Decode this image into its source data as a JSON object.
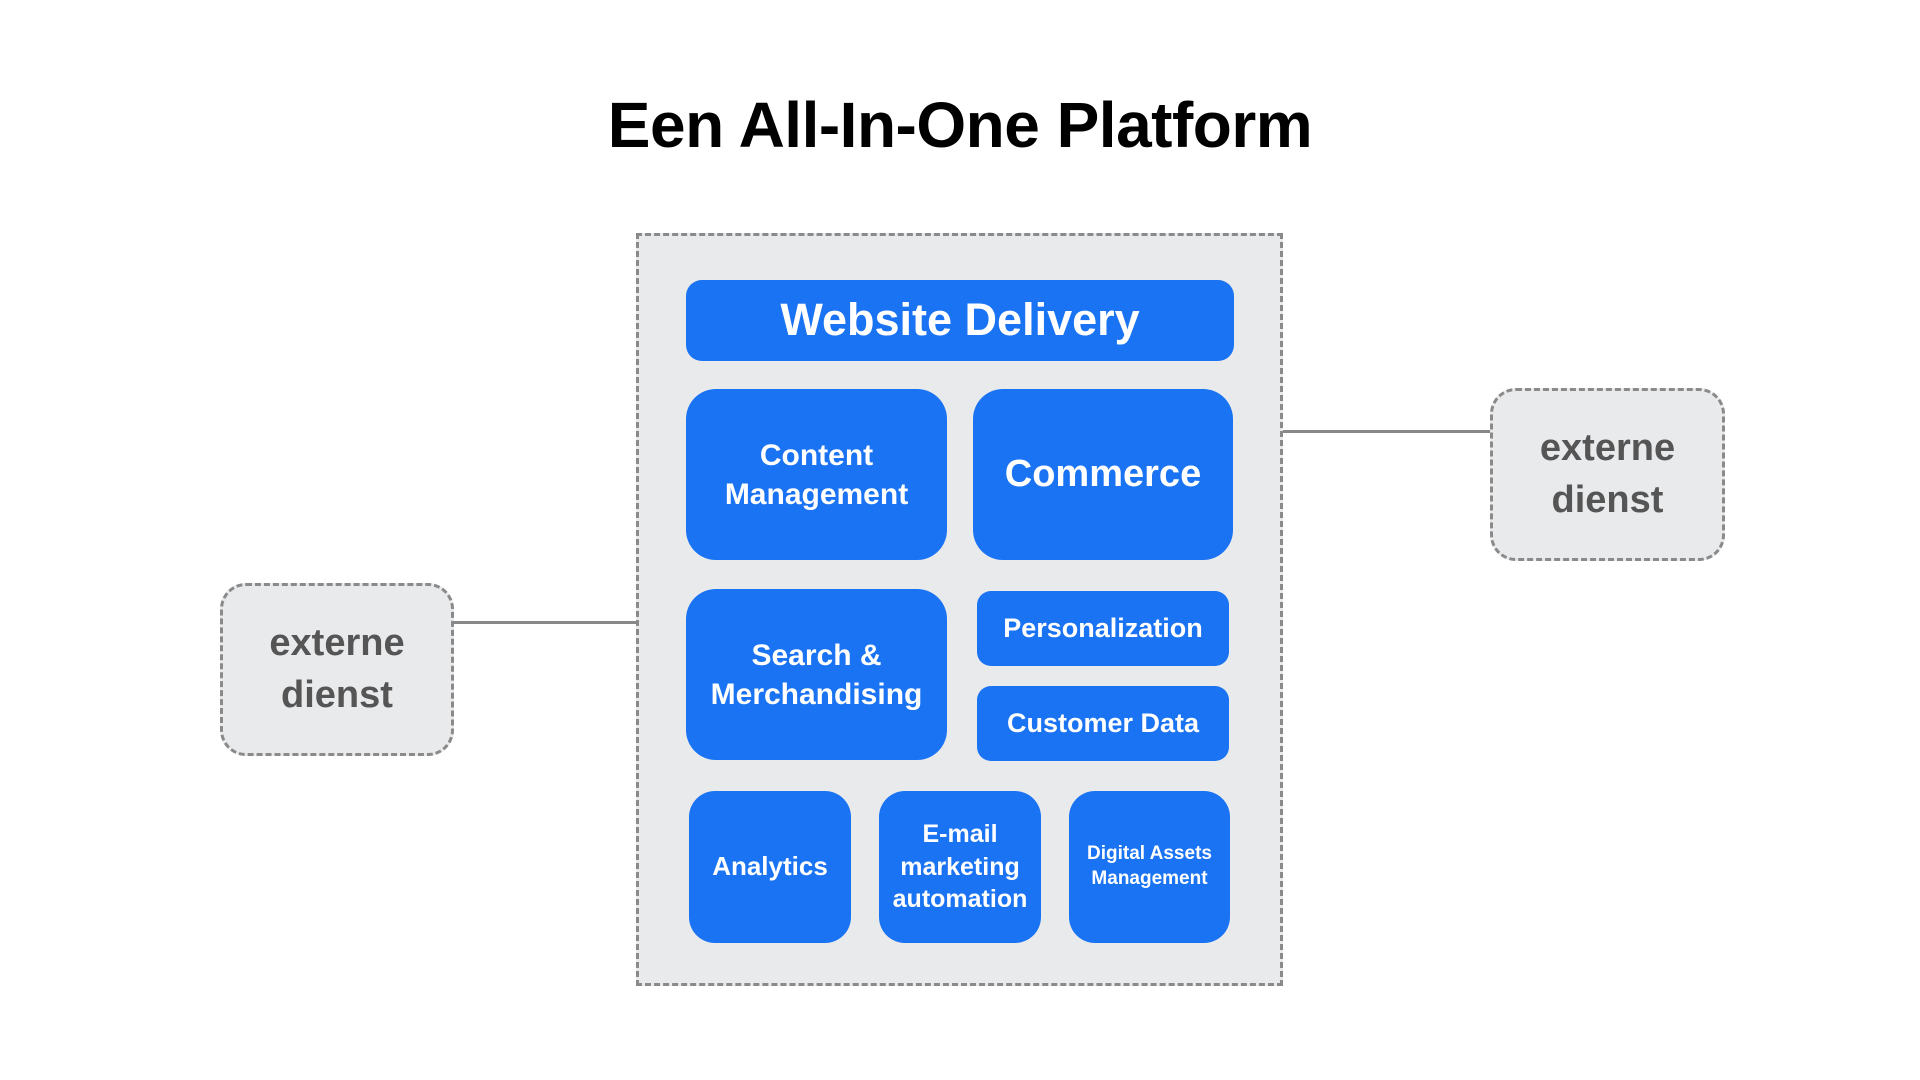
{
  "title": "Een All-In-One Platform",
  "colors": {
    "block": "#1a73f2",
    "platform_bg": "#e9eaec",
    "dashed_border": "#8a8a8a",
    "external_text": "#555555",
    "connector": "#888888"
  },
  "platform": {
    "website_delivery": "Website Delivery",
    "content_management": [
      "Content",
      "Management"
    ],
    "commerce": "Commerce",
    "search_merchandising": [
      "Search &",
      "Merchandising"
    ],
    "personalization": "Personalization",
    "customer_data": "Customer Data",
    "analytics": "Analytics",
    "email_marketing": [
      "E-mail",
      "marketing",
      "automation"
    ],
    "digital_assets": [
      "Digital Assets",
      "Management"
    ]
  },
  "external_services": {
    "left": [
      "externe",
      "dienst"
    ],
    "right": [
      "externe",
      "dienst"
    ]
  },
  "connections": [
    {
      "from": "external_services.left",
      "to": "platform.search_merchandising"
    },
    {
      "from": "platform.commerce",
      "to": "external_services.right"
    }
  ]
}
